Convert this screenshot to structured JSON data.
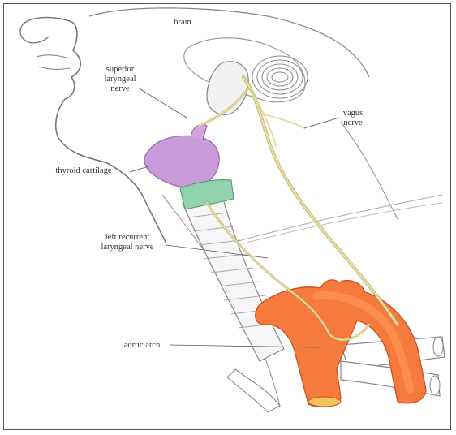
{
  "labels": {
    "brain": "brain",
    "superior_laryngeal_nerve": "superior\nlaryngeal\nnerve",
    "vagus_nerve": "vagus\nnerve",
    "thyroid_cartilage": "thyroid cartilage",
    "left_recurrent_laryngeal_nerve": "left recurrent\nlaryngeal nerve",
    "aortic_arch": "aortic arch"
  },
  "colors": {
    "nerve": "#e6dc9e",
    "nerve_outline": "#b8a96a",
    "aorta": "#f47a3e",
    "aorta_light": "#ff9a5c",
    "thyroid_cartilage": "#c690d4",
    "cricoid": "#8fd2ad",
    "outline": "#6a6a6a"
  }
}
